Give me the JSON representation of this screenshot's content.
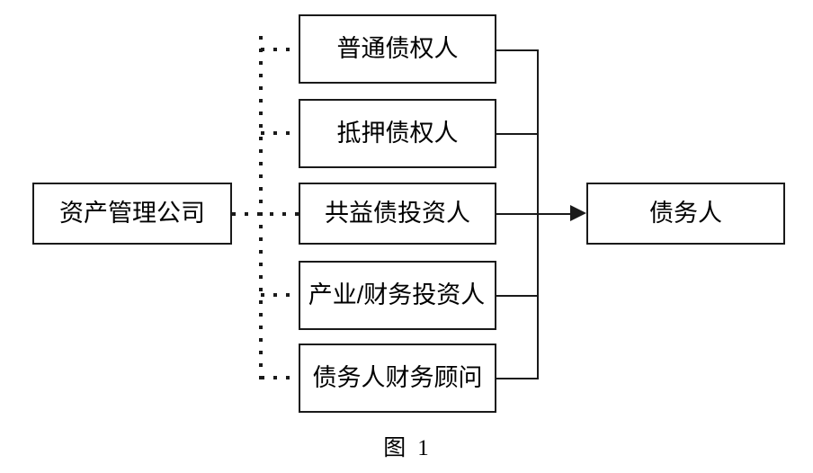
{
  "diagram": {
    "source": {
      "label": "资产管理公司"
    },
    "middle_nodes": [
      {
        "label": "普通债权人"
      },
      {
        "label": "抵押债权人"
      },
      {
        "label": "共益债投资人"
      },
      {
        "label": "产业/财务投资人"
      },
      {
        "label": "债务人财务顾问"
      }
    ],
    "target": {
      "label": "债务人"
    },
    "connectors": {
      "dotted_spine_name": "dotted-vertical-spine",
      "arrow_name": "solid-arrow-to-debtor",
      "line_color": "#1a1a1a"
    }
  },
  "caption": {
    "prefix": "图",
    "number": "1"
  }
}
